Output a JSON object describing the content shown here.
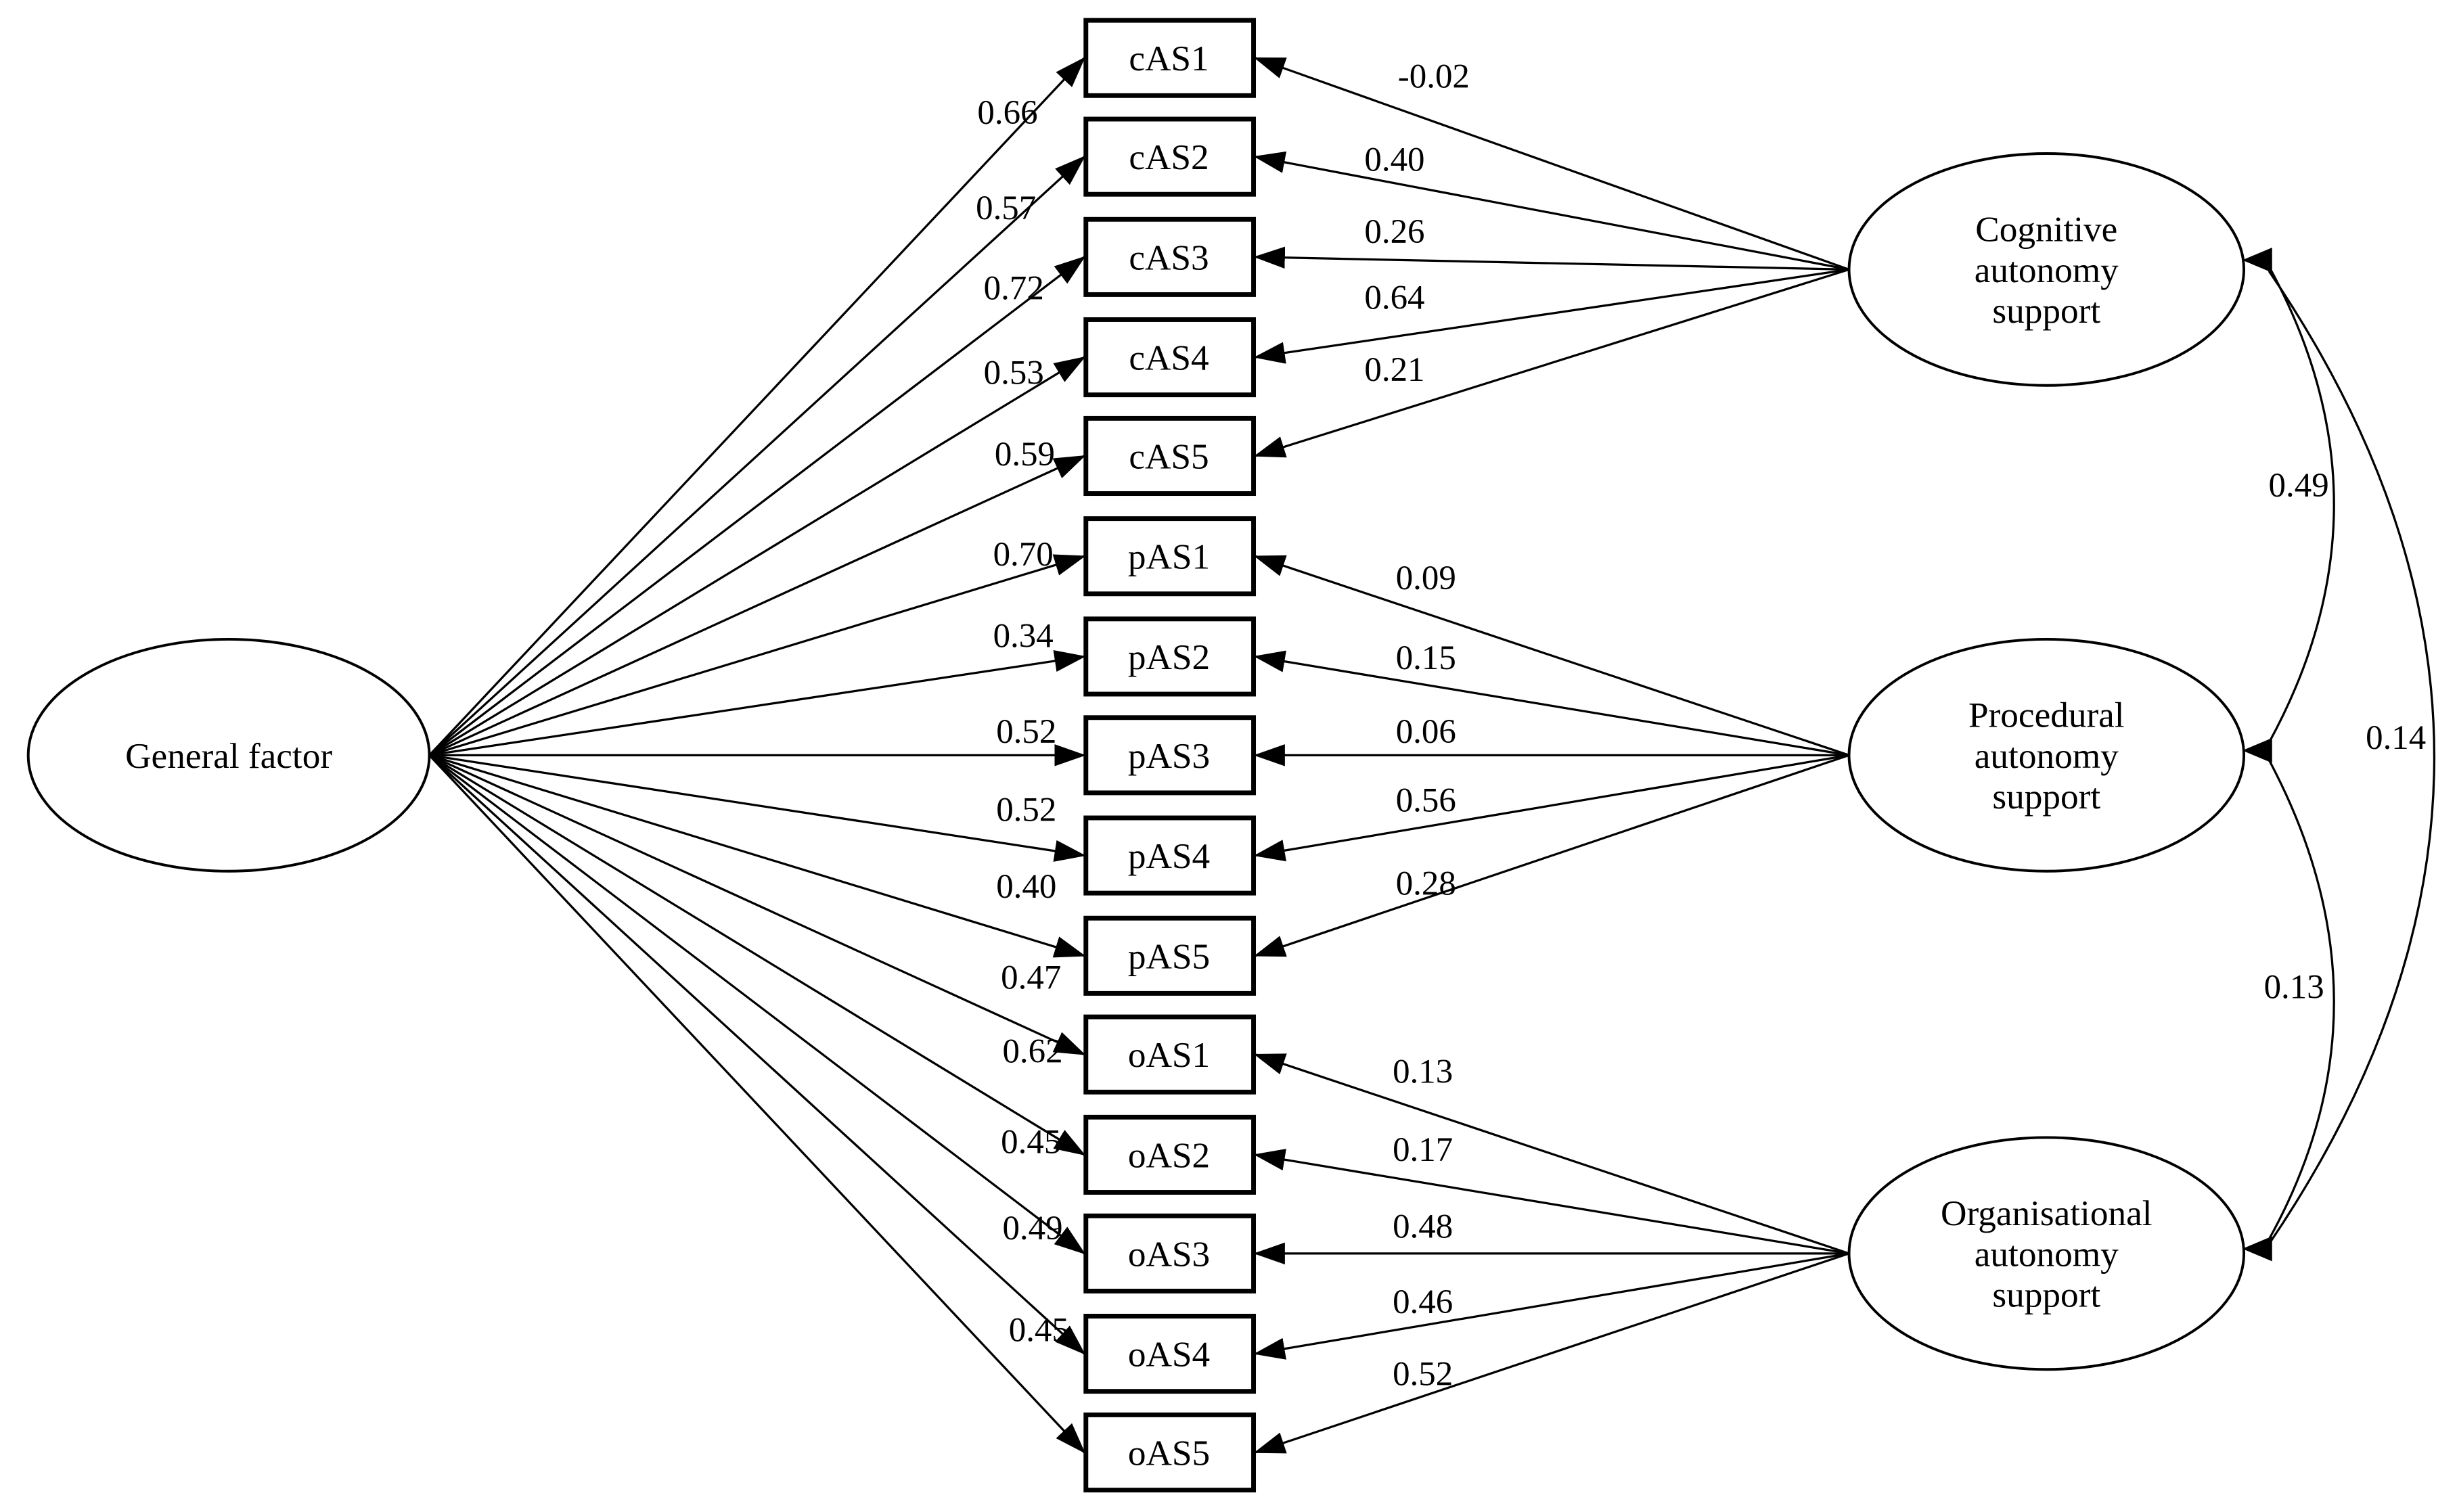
{
  "general_factor": {
    "label": "General factor",
    "loadings": [
      "0.66",
      "0.57",
      "0.72",
      "0.53",
      "0.59",
      "0.70",
      "0.34",
      "0.52",
      "0.52",
      "0.40",
      "0.47",
      "0.62",
      "0.45",
      "0.49",
      "0.45"
    ]
  },
  "indicators": [
    "cAS1",
    "cAS2",
    "cAS3",
    "cAS4",
    "cAS5",
    "pAS1",
    "pAS2",
    "pAS3",
    "pAS4",
    "pAS5",
    "oAS1",
    "oAS2",
    "oAS3",
    "oAS4",
    "oAS5"
  ],
  "factors": [
    {
      "name": "Cognitive autonomy support",
      "label_lines": [
        "Cognitive",
        "autonomy",
        "support"
      ],
      "indicators": [
        "cAS1",
        "cAS2",
        "cAS3",
        "cAS4",
        "cAS5"
      ],
      "loadings": [
        "-0.02",
        "0.40",
        "0.26",
        "0.64",
        "0.21"
      ]
    },
    {
      "name": "Procedural autonomy support",
      "label_lines": [
        "Procedural",
        "autonomy",
        "support"
      ],
      "indicators": [
        "pAS1",
        "pAS2",
        "pAS3",
        "pAS4",
        "pAS5"
      ],
      "loadings": [
        "0.09",
        "0.15",
        "0.06",
        "0.56",
        "0.28"
      ]
    },
    {
      "name": "Organisational autonomy support",
      "label_lines": [
        "Organisational",
        "autonomy",
        "support"
      ],
      "indicators": [
        "oAS1",
        "oAS2",
        "oAS3",
        "oAS4",
        "oAS5"
      ],
      "loadings": [
        "0.13",
        "0.17",
        "0.48",
        "0.46",
        "0.52"
      ]
    }
  ],
  "correlations": [
    {
      "pair": "Cognitive autonomy support - Procedural autonomy support",
      "value": "0.49"
    },
    {
      "pair": "Cognitive autonomy support - Organisational autonomy support",
      "value": "0.14"
    },
    {
      "pair": "Procedural autonomy support - Organisational autonomy support",
      "value": "0.13"
    }
  ],
  "colors": {
    "stroke": "#000000",
    "background": "#ffffff"
  }
}
